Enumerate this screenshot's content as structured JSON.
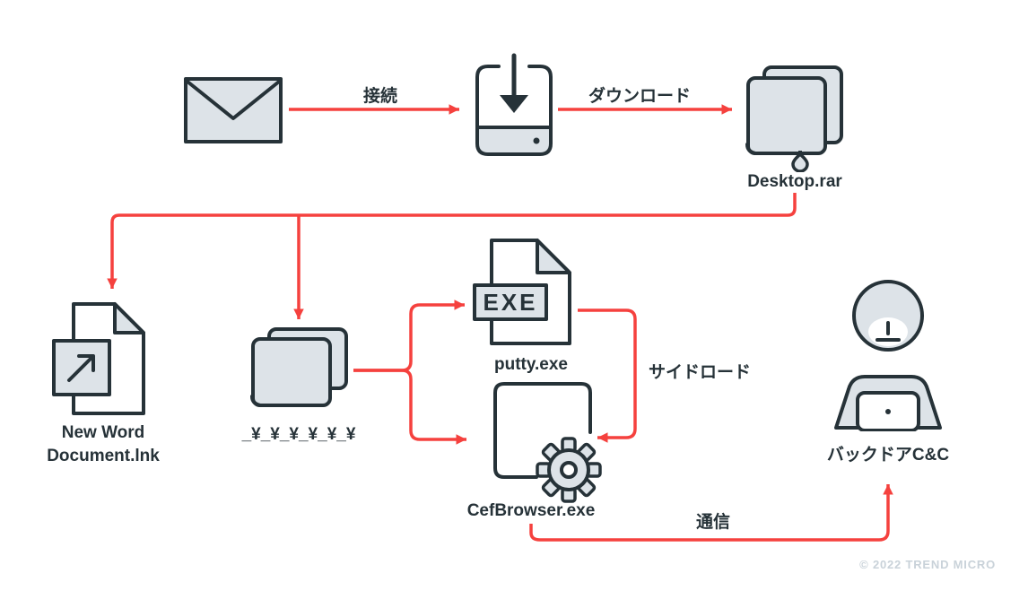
{
  "colors": {
    "red": "#f5413e",
    "dark": "#263238",
    "fill": "#dde3e8",
    "muted": "#c9d2d9",
    "bg": "#ffffff"
  },
  "nodes": {
    "email": {
      "icon": "envelope-icon"
    },
    "downloader": {
      "icon": "download-icon"
    },
    "archive": {
      "label": "Desktop.rar",
      "icon": "archive-file-icon"
    },
    "shortcut": {
      "label": "New Word Document.lnk",
      "icon": "shortcut-document-icon"
    },
    "folder": {
      "label": "_¥_¥_¥_¥_¥_¥",
      "icon": "folder-files-icon"
    },
    "putty": {
      "label": "putty.exe",
      "badge": "EXE",
      "icon": "exe-file-icon"
    },
    "cefbrowser": {
      "label": "CefBrowser.exe",
      "icon": "gear-file-icon"
    },
    "backdoor": {
      "label": "バックドアC&C",
      "icon": "hooded-actor-icon"
    }
  },
  "edges": {
    "connect": {
      "label": "接続"
    },
    "download": {
      "label": "ダウンロード"
    },
    "sideload": {
      "label": "サイドロード"
    },
    "communicate": {
      "label": "通信"
    }
  },
  "footer": {
    "copyright": "© 2022 TREND MICRO"
  }
}
